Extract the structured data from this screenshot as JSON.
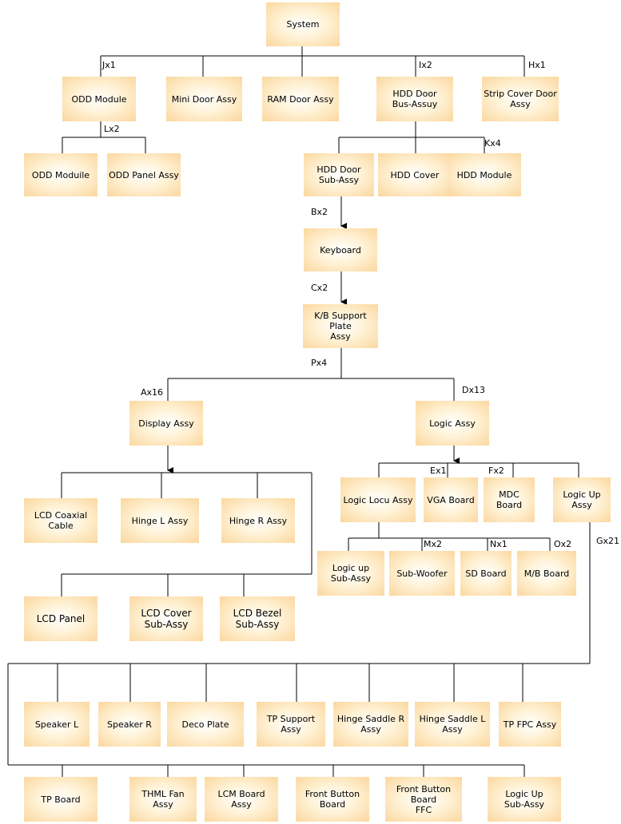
{
  "nodes": {
    "system": "System",
    "odd_module": "ODD Module",
    "mini_door": "Mini Door Assy",
    "ram_door": "RAM Door Assy",
    "hdd_door_bus": "HDD Door\nBus-Assuy",
    "strip_cover": "Strip Cover Door\nAssy",
    "odd_moduile": "ODD Moduile",
    "odd_panel": "ODD Panel Assy",
    "hdd_door_sub": "HDD Door\nSub-Assy",
    "hdd_cover": "HDD Cover",
    "hdd_module": "HDD Module",
    "keyboard": "Keyboard",
    "kb_support": "K/B Support Plate\nAssy",
    "display_assy": "Display Assy",
    "logic_assy": "Logic Assy",
    "lcd_coax": "LCD Coaxial\nCable",
    "hinge_l": "Hinge L Assy",
    "hinge_r": "Hinge R Assy",
    "lcd_panel": "LCD Panel",
    "lcd_cover": "LCD  Cover\nSub-Assy",
    "lcd_bezel": "LCD  Bezel\nSub-Assy",
    "logic_locu": "Logic Locu Assy",
    "vga_board": "VGA Board",
    "mdc_board": "MDC Board",
    "logic_up": "Logic Up\nAssy",
    "logic_up_sub": "Logic up\nSub-Assy",
    "sub_woofer": "Sub-Woofer",
    "sd_board": "SD Board",
    "mb_board": "M/B Board",
    "speaker_l": "Speaker  L",
    "speaker_r": "Speaker  R",
    "deco_plate": "Deco Plate",
    "tp_support": "TP Support Assy",
    "hinge_saddle_r": "Hinge Saddle R\nAssy",
    "hinge_saddle_l": "Hinge Saddle L\nAssy",
    "tp_fpc": "TP FPC Assy",
    "tp_board": "TP Board",
    "thml_fan": "THML Fan Assy",
    "lcm_board": "LCM Board Assy",
    "front_button": "Front Button\nBoard",
    "front_button_ffc": "Front Button Board\nFFC",
    "logic_up_sub2": "Logic Up\nSub-Assy"
  },
  "labels": {
    "jx1": "Jx1",
    "ix2": "Ix2",
    "hx1": "Hx1",
    "lx2": "Lx2",
    "kx4": "Kx4",
    "bx2": "Bx2",
    "cx2": "Cx2",
    "px4": "Px4",
    "ax16": "Ax16",
    "dx13": "Dx13",
    "ex1": "Ex1",
    "fx2": "Fx2",
    "gx21": "Gx21",
    "mx2": "Mx2",
    "nx1": "Nx1",
    "ox2": "Ox2"
  },
  "colors": {
    "box_center": "#ffffff",
    "box_edge": "#fbd79e",
    "line": "#000000"
  }
}
